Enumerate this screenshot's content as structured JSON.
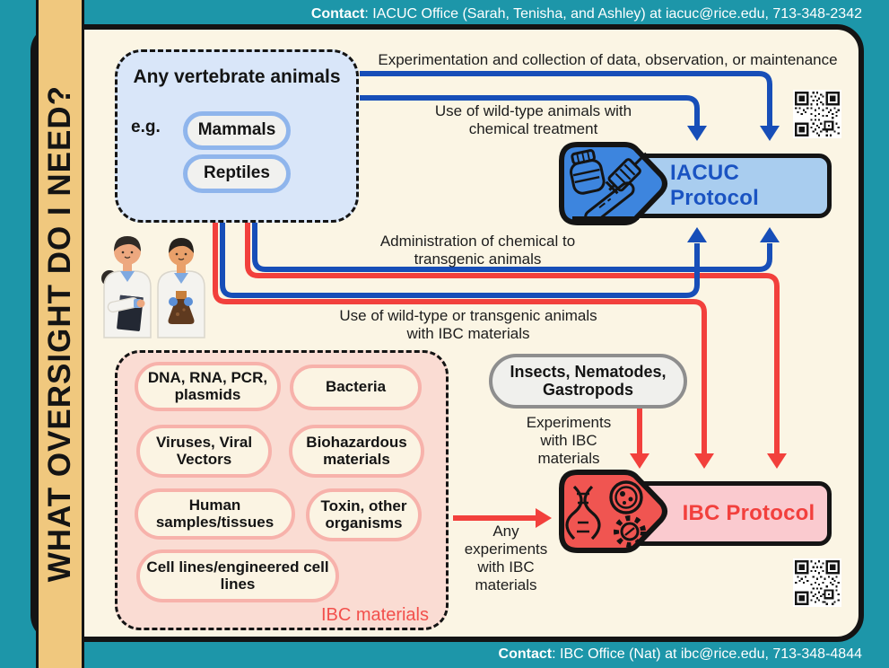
{
  "sidebar_title": "WHAT OVERSIGHT DO I NEED?",
  "header": {
    "contact_label": "Contact",
    "contact_rest": ": IACUC Office (Sarah, Tenisha, and Ashley) at iacuc@rice.edu, 713-348-2342"
  },
  "footer": {
    "contact_label": "Contact",
    "contact_rest": ": IBC Office (Nat) at ibc@rice.edu, 713-348-4844"
  },
  "vertebrate_box": {
    "title": "Any vertebrate animals",
    "eg": "e.g.",
    "examples": [
      "Mammals",
      "Reptiles"
    ]
  },
  "edge_labels": {
    "experimentation": "Experimentation and collection of data, observation, or maintenance",
    "wild_type_chemical": "Use of wild-type animals with chemical treatment",
    "admin_chemical": "Administration of chemical to transgenic animals",
    "wild_or_transgenic_ibc": "Use of wild-type or transgenic animals with IBC materials",
    "experiments_ibc": "Experiments with IBC materials",
    "any_experiments_ibc": "Any experiments with IBC materials"
  },
  "protocols": {
    "iacuc": "IACUC Protocol",
    "ibc": "IBC Protocol"
  },
  "invertebrates_pill": "Insects, Nematodes, Gastropods",
  "ibc_materials": {
    "items": [
      "DNA, RNA, PCR, plasmids",
      "Bacteria",
      "Viruses, Viral Vectors",
      "Biohazardous materials",
      "Human samples/tissues",
      "Toxin, other organisms",
      "Cell lines/engineered cell lines"
    ],
    "caption": "IBC materials"
  },
  "colors": {
    "teal_background": "#1D96A9",
    "sidebar_yellow": "#F0C87E",
    "panel_cream": "#FBF5E4",
    "blue_line": "#174EB8",
    "red_line": "#F2403C",
    "iacuc_tag_blue": "#3D85DE",
    "iacuc_box_blue": "#A9CDEF",
    "iacuc_text_blue": "#1A53C2",
    "ibc_tag_red": "#F05551",
    "ibc_box_pink": "#FACACF",
    "ibc_text_red": "#F2403D"
  }
}
